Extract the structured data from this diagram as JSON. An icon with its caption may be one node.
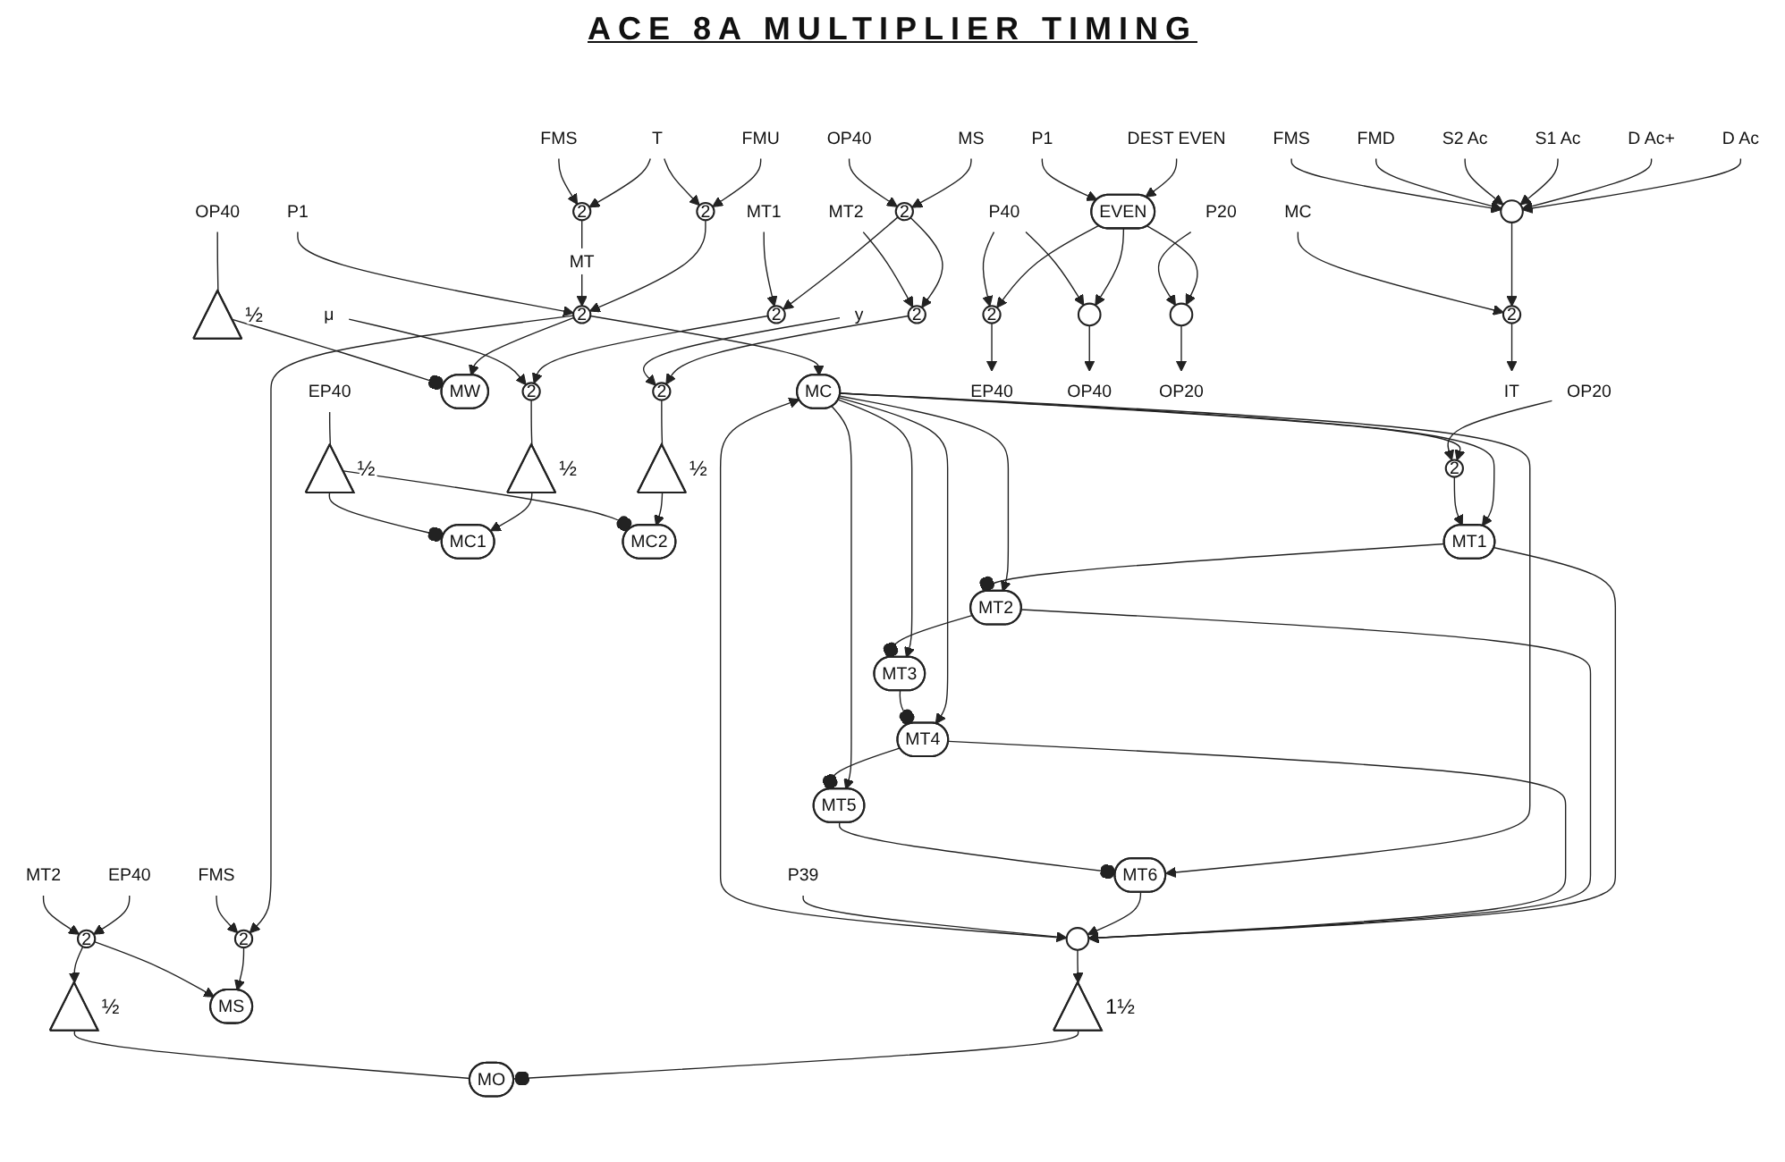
{
  "diagram": {
    "title": "ACE 8A MULTIPLIER TIMING",
    "nodes": [
      {
        "text": [
          "FMU"
        ]
      },
      {
        "text": [
          "2"
        ]
      },
      {
        "text": [
          "T"
        ]
      },
      {
        "text": [
          "2"
        ]
      },
      {
        "text": [
          "FMS"
        ]
      },
      {
        "text": [
          "P1"
        ]
      },
      {
        "text": [
          "2"
        ]
      },
      {
        "text": [
          "MC"
        ]
      },
      {
        "text": [
          "OP20"
        ]
      },
      {
        "text": [
          "2"
        ]
      },
      {
        "text": [
          "MT1"
        ]
      },
      {
        "text": [
          "MT2"
        ]
      },
      {
        "text": [
          "MT3"
        ]
      },
      {
        "text": [
          "MT4"
        ]
      },
      {
        "text": [
          "MT5"
        ]
      },
      {
        "text": [
          "MT6"
        ]
      },
      {
        "text": [
          "OP40"
        ]
      },
      {
        "text": [],
        "shape": "triangle",
        "beside": [
          "½"
        ]
      },
      {
        "text": [
          "MW"
        ]
      },
      {
        "text": [],
        "shape": "circle"
      },
      {
        "text": [
          "P39"
        ]
      },
      {
        "text": [],
        "shape": "triangle",
        "beside": [
          "1½"
        ]
      },
      {
        "text": [
          "FMS"
        ]
      },
      {
        "text": [
          "2"
        ]
      },
      {
        "text": [
          "MS"
        ]
      },
      {
        "text": [
          "EP40"
        ]
      },
      {
        "text": [
          "2"
        ]
      },
      {
        "text": [
          "MT2"
        ]
      },
      {
        "text": [],
        "shape": "triangle",
        "beside": [
          "½"
        ]
      },
      {
        "text": [
          "MO"
        ]
      },
      {
        "text": [
          "MS"
        ]
      },
      {
        "text": [
          "OP40"
        ]
      },
      {
        "text": [
          "2"
        ]
      },
      {
        "text": [
          "MT1"
        ]
      },
      {
        "text": [
          "2"
        ]
      },
      {
        "text": [
          "μ"
        ]
      },
      {
        "text": [
          "2"
        ]
      },
      {
        "text": [],
        "shape": "triangle",
        "beside": [
          "½"
        ]
      },
      {
        "text": [
          "MC1"
        ]
      },
      {
        "text": [
          "MT2"
        ]
      },
      {
        "text": [
          "2"
        ]
      },
      {
        "text": [
          "y"
        ]
      },
      {
        "text": [
          "2"
        ]
      },
      {
        "text": [],
        "shape": "triangle",
        "beside": [
          "½"
        ]
      },
      {
        "text": [
          "MC2"
        ]
      },
      {
        "text": [],
        "shape": "triangle",
        "beside": [
          "½"
        ]
      },
      {
        "text": [
          "EP40"
        ]
      },
      {
        "text": [
          "EP40"
        ]
      },
      {
        "text": [
          "DEST EVEN"
        ]
      },
      {
        "text": [
          "2"
        ]
      },
      {
        "text": [
          "P40"
        ]
      },
      {
        "text": [
          "EVEN"
        ]
      },
      {
        "text": [
          "P1"
        ]
      },
      {
        "text": [],
        "shape": "circle"
      },
      {
        "text": [],
        "shape": "circle"
      },
      {
        "text": [
          "P20"
        ]
      },
      {
        "text": [
          "OP40"
        ]
      },
      {
        "text": [
          "OP20"
        ]
      },
      {
        "text": [
          "D Ac"
        ]
      },
      {
        "text": [
          "D Ac+"
        ]
      },
      {
        "text": [
          "S1 Ac"
        ]
      },
      {
        "text": [
          "S2 Ac"
        ]
      },
      {
        "text": [
          "FMD"
        ]
      },
      {
        "text": [
          "FMS"
        ]
      },
      {
        "text": [],
        "shape": "circle"
      },
      {
        "text": [
          "MC"
        ]
      },
      {
        "text": [
          "2"
        ]
      },
      {
        "text": [
          "IT"
        ]
      }
    ],
    "edges": [
      {
        "from": 0,
        "to": 1,
        "arrow": "to"
      },
      {
        "from": 2,
        "to": 1,
        "arrow": "to"
      },
      {
        "from": 2,
        "to": 3,
        "arrow": "to"
      },
      {
        "from": 4,
        "to": 3,
        "arrow": "to"
      },
      {
        "from": 1,
        "to": 6,
        "arrow": "to"
      },
      {
        "from": 3,
        "to": 6,
        "arrow": "to",
        "label": "MT"
      },
      {
        "from": 5,
        "to": 6,
        "arrow": "to"
      },
      {
        "from": 6,
        "to": 7,
        "arrow": "to"
      },
      {
        "from": 6,
        "to": 18,
        "arrow": "to"
      },
      {
        "from": 6,
        "to": 23,
        "arrow": "to"
      },
      {
        "from": 7,
        "to": 9,
        "arrow": "to"
      },
      {
        "from": 8,
        "to": 9,
        "arrow": "to"
      },
      {
        "from": 7,
        "to": 10,
        "arrow": "to"
      },
      {
        "from": 7,
        "to": 11,
        "arrow": "to"
      },
      {
        "from": 7,
        "to": 12,
        "arrow": "to"
      },
      {
        "from": 7,
        "to": 13,
        "arrow": "to"
      },
      {
        "from": 7,
        "to": 14,
        "arrow": "to"
      },
      {
        "from": 7,
        "to": 15,
        "arrow": "to"
      },
      {
        "from": 9,
        "to": 10,
        "arrow": "to"
      },
      {
        "from": 10,
        "to": 11,
        "arrow": "other"
      },
      {
        "from": 11,
        "to": 12,
        "arrow": "other"
      },
      {
        "from": 12,
        "to": 13,
        "arrow": "other"
      },
      {
        "from": 13,
        "to": 14,
        "arrow": "other"
      },
      {
        "from": 14,
        "to": 15,
        "arrow": "other"
      },
      {
        "from": 10,
        "to": 19,
        "arrow": "to"
      },
      {
        "from": 11,
        "to": 19,
        "arrow": "to"
      },
      {
        "from": 13,
        "to": 19,
        "arrow": "to"
      },
      {
        "from": 15,
        "to": 19,
        "arrow": "to"
      },
      {
        "from": 20,
        "to": 19,
        "arrow": "to"
      },
      {
        "from": 19,
        "to": 7,
        "arrow": "to"
      },
      {
        "from": 19,
        "to": 21,
        "arrow": "to"
      },
      {
        "from": 21,
        "to": 29,
        "arrow": "other"
      },
      {
        "from": 16,
        "to": 17,
        "arrow": "none"
      },
      {
        "from": 17,
        "to": 18,
        "arrow": "other"
      },
      {
        "from": 22,
        "to": 23,
        "arrow": "to"
      },
      {
        "from": 23,
        "to": 24,
        "arrow": "to"
      },
      {
        "from": 25,
        "to": 26,
        "arrow": "to"
      },
      {
        "from": 27,
        "to": 26,
        "arrow": "to"
      },
      {
        "from": 26,
        "to": 24,
        "arrow": "to"
      },
      {
        "from": 26,
        "to": 28,
        "arrow": "to"
      },
      {
        "from": 28,
        "to": 29,
        "arrow": "none"
      },
      {
        "from": 30,
        "to": 32,
        "arrow": "to"
      },
      {
        "from": 31,
        "to": 32,
        "arrow": "to"
      },
      {
        "from": 32,
        "to": 34,
        "arrow": "to"
      },
      {
        "from": 32,
        "to": 40,
        "arrow": "to"
      },
      {
        "from": 33,
        "to": 34,
        "arrow": "to"
      },
      {
        "from": 34,
        "to": 36,
        "arrow": "to"
      },
      {
        "from": 35,
        "to": 36,
        "arrow": "to"
      },
      {
        "from": 36,
        "to": 37,
        "arrow": "none"
      },
      {
        "from": 37,
        "to": 38,
        "arrow": "to"
      },
      {
        "from": 39,
        "to": 40,
        "arrow": "to"
      },
      {
        "from": 40,
        "to": 42,
        "arrow": "to"
      },
      {
        "from": 41,
        "to": 42,
        "arrow": "to"
      },
      {
        "from": 42,
        "to": 43,
        "arrow": "none"
      },
      {
        "from": 43,
        "to": 44,
        "arrow": "to"
      },
      {
        "from": 46,
        "to": 45,
        "arrow": "none"
      },
      {
        "from": 45,
        "to": 38,
        "arrow": "other"
      },
      {
        "from": 45,
        "to": 44,
        "arrow": "other"
      },
      {
        "from": 48,
        "to": 51,
        "arrow": "to"
      },
      {
        "from": 52,
        "to": 51,
        "arrow": "to"
      },
      {
        "from": 51,
        "to": 49,
        "arrow": "to"
      },
      {
        "from": 50,
        "to": 49,
        "arrow": "to"
      },
      {
        "from": 49,
        "to": 47,
        "arrow": "to"
      },
      {
        "from": 51,
        "to": 53,
        "arrow": "to"
      },
      {
        "from": 50,
        "to": 53,
        "arrow": "to"
      },
      {
        "from": 53,
        "to": 56,
        "arrow": "to"
      },
      {
        "from": 51,
        "to": 54,
        "arrow": "to"
      },
      {
        "from": 55,
        "to": 54,
        "arrow": "to"
      },
      {
        "from": 54,
        "to": 57,
        "arrow": "to"
      },
      {
        "from": 58,
        "to": 64,
        "arrow": "to"
      },
      {
        "from": 59,
        "to": 64,
        "arrow": "to"
      },
      {
        "from": 60,
        "to": 64,
        "arrow": "to"
      },
      {
        "from": 61,
        "to": 64,
        "arrow": "to"
      },
      {
        "from": 62,
        "to": 64,
        "arrow": "to"
      },
      {
        "from": 63,
        "to": 64,
        "arrow": "to"
      },
      {
        "from": 64,
        "to": 66,
        "arrow": "to"
      },
      {
        "from": 65,
        "to": 66,
        "arrow": "to"
      },
      {
        "from": 66,
        "to": 67,
        "arrow": "to"
      }
    ]
  }
}
